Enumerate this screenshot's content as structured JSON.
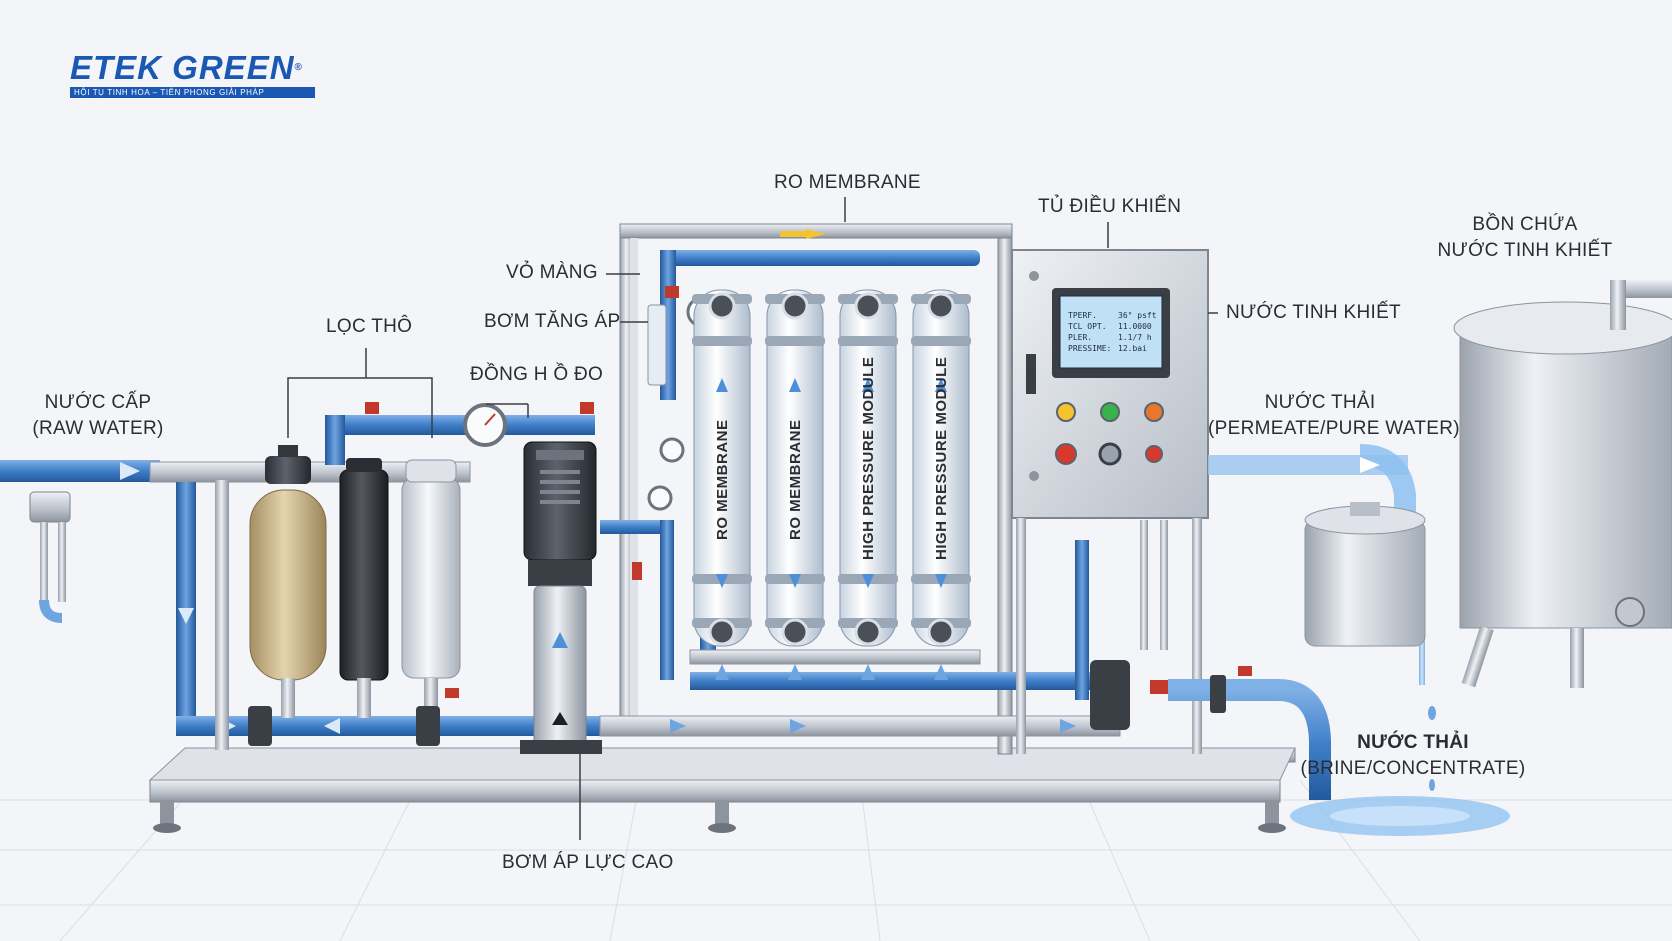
{
  "logo": {
    "name": "ETEK GREEN",
    "registered": "®",
    "tagline": "HỘI TỤ TINH HOA – TIÊN PHONG GIẢI PHÁP"
  },
  "labels": {
    "feed_water_line1": "NƯỚC CẤP",
    "feed_water_line2": "(RAW WATER)",
    "coarse_filter": "LỌC THÔ",
    "gauge": "ĐỒNG H Ồ ĐO",
    "booster_pump": "BƠM TĂNG ÁP",
    "membrane_housing": "VỎ MÀNG",
    "ro_membrane": "RO MEMBRANE",
    "control_cabinet": "TỦ ĐIỀU KHIỂN",
    "pure_water_line1": "BỒN CHỨA",
    "pure_water_line2": "NƯỚC TINH KHIẾT",
    "pure_water_out": "NƯỚC TINH KHIẾT",
    "permeate_line1": "NƯỚC THẢI",
    "permeate_line2": "(PERMEATE/PURE WATER)",
    "brine_line1": "NƯỚC THẢI",
    "brine_line2": "(BRINE/CONCENTRATE)",
    "high_pressure_pump": "BƠM ÁP LỰC CAO"
  },
  "modules": [
    "RO MEMBRANE",
    "RO MEMBRANE",
    "HIGH PRESSURE MODULE",
    "HIGH PRESSURE MODULE"
  ],
  "screen": {
    "rows": [
      {
        "label": "TPERF.",
        "value": "36° psft"
      },
      {
        "label": "TCL OPT.",
        "value": "11.0000"
      },
      {
        "label": "PLER.",
        "value": "1.1/7 h"
      },
      {
        "label": "PRESSIME:",
        "value": "12.bai"
      }
    ]
  },
  "colors": {
    "pipe_blue": "#3f7fc8",
    "steel": "#c9ced6",
    "brand": "#1a58b4",
    "sediment_tank": "#cdb78d",
    "carbon_tank": "#2f3237"
  }
}
